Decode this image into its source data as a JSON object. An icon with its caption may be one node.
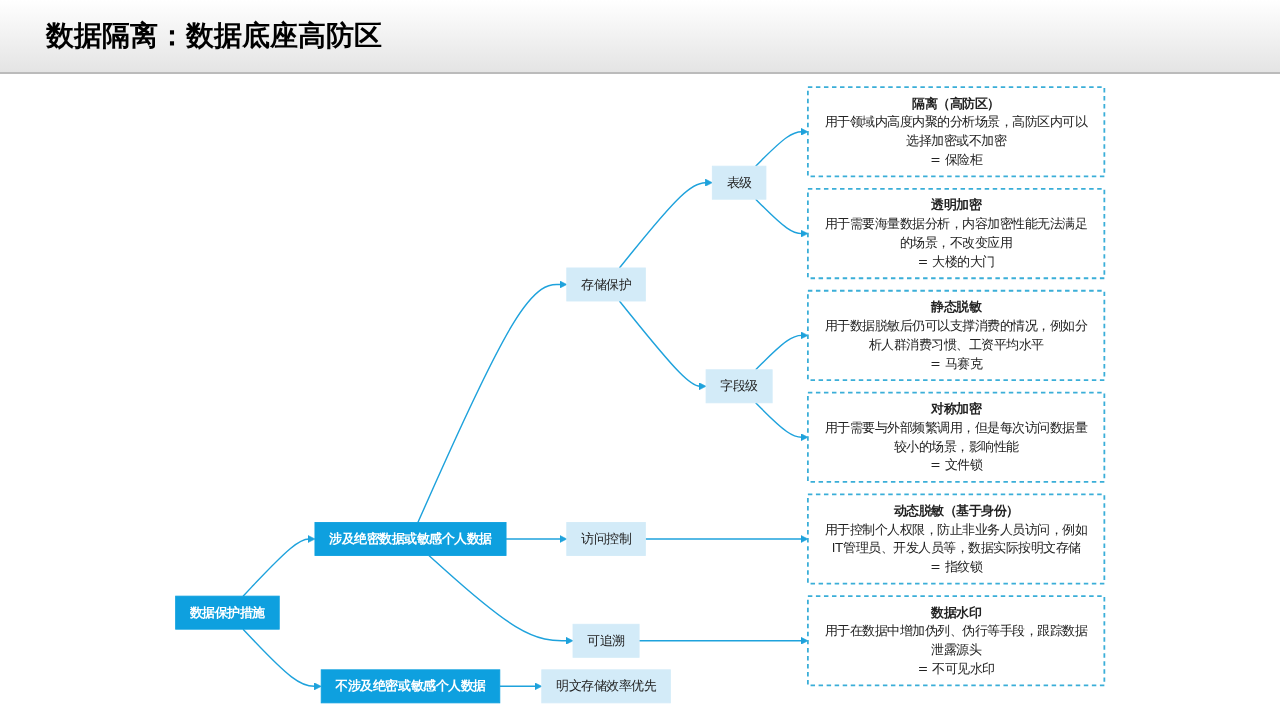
{
  "diagram": {
    "title": "数据隔离：数据底座高防区",
    "nodes": [
      {
        "text": [
          "数据保护措施"
        ]
      },
      {
        "text": [
          "涉及绝密数据或敏感个人数据"
        ]
      },
      {
        "text": [
          "不涉及绝密或敏感个人数据"
        ]
      },
      {
        "text": [
          "存储保护"
        ]
      },
      {
        "text": [
          "访问控制"
        ]
      },
      {
        "text": [
          "可追溯"
        ]
      },
      {
        "text": [
          "明文存储效率优先"
        ]
      },
      {
        "text": [
          "表级"
        ]
      },
      {
        "text": [
          "字段级"
        ]
      },
      {
        "text": [
          "隔离（高防区）",
          "用于领域内高度内聚的分析场景，高防区内可以选择加密或不加密",
          "= 保险柜"
        ]
      },
      {
        "text": [
          "透明加密",
          "用于需要海量数据分析，内容加密性能无法满足的场景，不改变应用",
          "= 大楼的大门"
        ]
      },
      {
        "text": [
          "静态脱敏",
          "用于数据脱敏后仍可以支撑消费的情况，例如分析人群消费习惯、工资平均水平",
          "= 马赛克"
        ]
      },
      {
        "text": [
          "对称加密",
          "用于需要与外部频繁调用，但是每次访问数据量较小的场景，影响性能",
          "= 文件锁"
        ]
      },
      {
        "text": [
          "动态脱敏（基于身份）",
          "用于控制个人权限，防止非业务人员访问，例如IT管理员、开发人员等，数据实际按明文存储",
          "= 指纹锁"
        ]
      },
      {
        "text": [
          "数据水印",
          "用于在数据中增加伪列、伪行等手段，跟踪数据泄露源头",
          "= 不可见水印"
        ]
      }
    ],
    "edges": [
      {
        "from": 0,
        "to": 1,
        "arrow": "to"
      },
      {
        "from": 0,
        "to": 2,
        "arrow": "to"
      },
      {
        "from": 1,
        "to": 3,
        "arrow": "to"
      },
      {
        "from": 1,
        "to": 4,
        "arrow": "to"
      },
      {
        "from": 1,
        "to": 5,
        "arrow": "to"
      },
      {
        "from": 2,
        "to": 6,
        "arrow": "to"
      },
      {
        "from": 3,
        "to": 7,
        "arrow": "to"
      },
      {
        "from": 3,
        "to": 8,
        "arrow": "to"
      },
      {
        "from": 7,
        "to": 9,
        "arrow": "to"
      },
      {
        "from": 7,
        "to": 10,
        "arrow": "to"
      },
      {
        "from": 8,
        "to": 11,
        "arrow": "to"
      },
      {
        "from": 8,
        "to": 12,
        "arrow": "to"
      },
      {
        "from": 4,
        "to": 13,
        "arrow": "to"
      },
      {
        "from": 5,
        "to": 14,
        "arrow": "to"
      }
    ]
  }
}
